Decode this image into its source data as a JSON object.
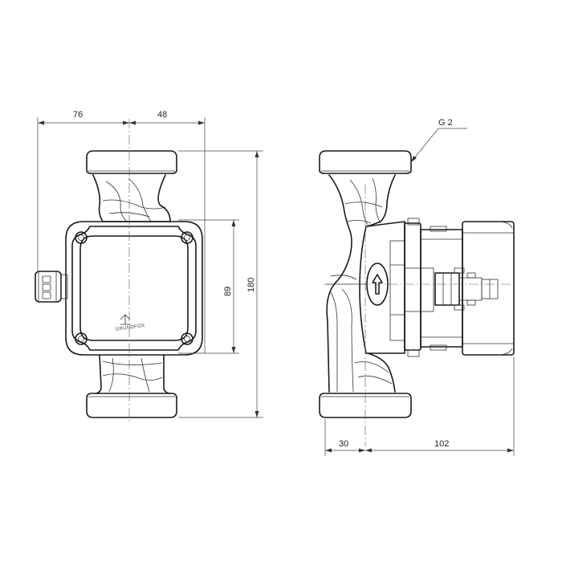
{
  "dimensions": {
    "front_width_left": "76",
    "front_width_right": "48",
    "front_height_total": "180",
    "front_height_motor": "89",
    "side_depth_front": "30",
    "side_depth_rear": "102",
    "thread": "G 2"
  },
  "logo": {
    "brand": "GRUNDFOS"
  }
}
